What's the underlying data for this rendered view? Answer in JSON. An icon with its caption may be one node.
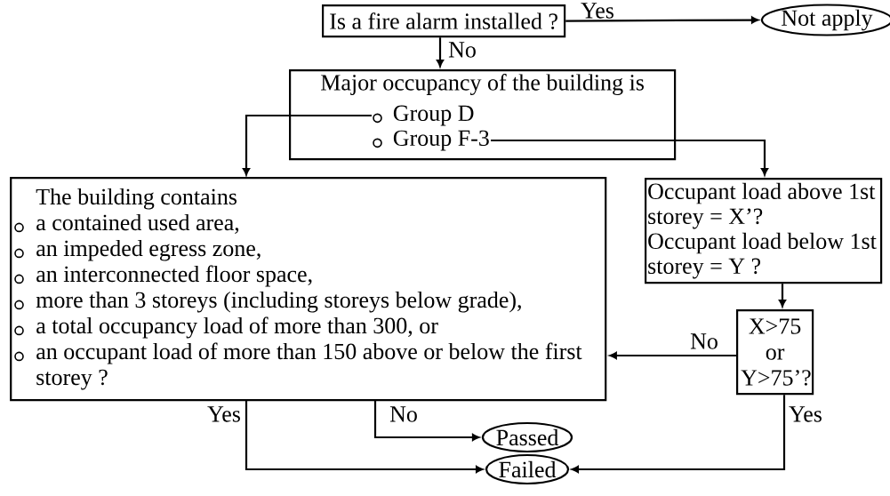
{
  "diagram": {
    "nodes": [
      {
        "text": [
          "Is a fire alarm installed ?"
        ]
      },
      {
        "text": [
          "Not apply"
        ]
      },
      {
        "text": [
          "Major occupancy of the building is"
        ]
      },
      {
        "text": [
          "Group D"
        ],
        "in": 2
      },
      {
        "text": [
          "Group F-3"
        ],
        "in": 2
      },
      {
        "text": [
          "The building contains",
          "a contained used area,",
          "an impeded egress zone,",
          "an interconnected floor space,",
          "more than 3 storeys (including storeys below grade),",
          "a total occupancy load of more than 300, or",
          "an occupant load of more than 150 above or below the first storey ?"
        ]
      },
      {
        "text": [
          "Occupant load above 1st storey = X’?",
          "Occupant load below 1st storey = Y ?"
        ]
      },
      {
        "text": [
          "X>75 or Y>75’?"
        ]
      },
      {
        "text": [
          "Passed"
        ]
      },
      {
        "text": [
          "Failed"
        ]
      }
    ],
    "edges": [
      {
        "from": 0,
        "to": 1,
        "arrow": "to",
        "label": "Yes"
      },
      {
        "from": 0,
        "to": 2,
        "arrow": "to",
        "label": "No"
      },
      {
        "from": 3,
        "to": 5,
        "arrow": "to"
      },
      {
        "from": 4,
        "to": 6,
        "arrow": "to"
      },
      {
        "from": 6,
        "to": 7,
        "arrow": "to"
      },
      {
        "from": 7,
        "to": 5,
        "arrow": "to",
        "label": "No"
      },
      {
        "from": 5,
        "to": 8,
        "arrow": "to",
        "label": "No"
      },
      {
        "from": 5,
        "to": 9,
        "arrow": "to",
        "label": "Yes"
      },
      {
        "from": 7,
        "to": 9,
        "arrow": "to",
        "label": "Yes"
      }
    ]
  }
}
